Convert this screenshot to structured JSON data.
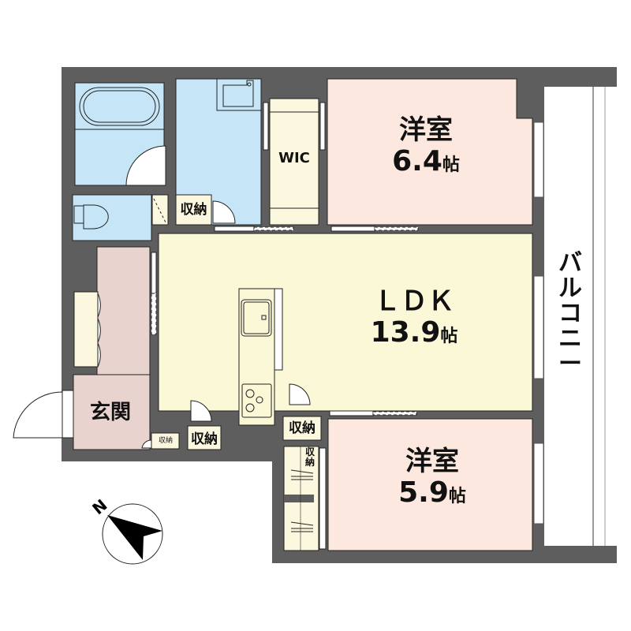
{
  "floor_plan": {
    "rooms": {
      "western_room_1": {
        "name": "洋室",
        "size": "6.4",
        "unit": "帖",
        "color": "#fce8de"
      },
      "ldk": {
        "name": "ＬＤＫ",
        "size": "13.9",
        "unit": "帖",
        "color": "#fbf8d8"
      },
      "western_room_2": {
        "name": "洋室",
        "size": "5.9",
        "unit": "帖",
        "color": "#fce8de"
      },
      "entrance": {
        "name": "玄関",
        "color": "#e8d3cf"
      },
      "wic": {
        "name": "WIC",
        "color": "#fbf8df"
      },
      "balcony": {
        "name": "バルコニー"
      }
    },
    "storage_labels": {
      "near_bath": "収納",
      "near_entrance_small": "収納",
      "ldk_bottom": "収納",
      "near_kitchen": "収納",
      "room2_closet": "収納"
    },
    "colors": {
      "wall": "#5e5e5e",
      "wet_area": "#c6e6f7",
      "storage": "#fbf8df",
      "ldk": "#fbf8d8",
      "bedroom": "#fce8de",
      "entrance": "#e8d3cf"
    },
    "compass": {
      "label": "N"
    }
  }
}
